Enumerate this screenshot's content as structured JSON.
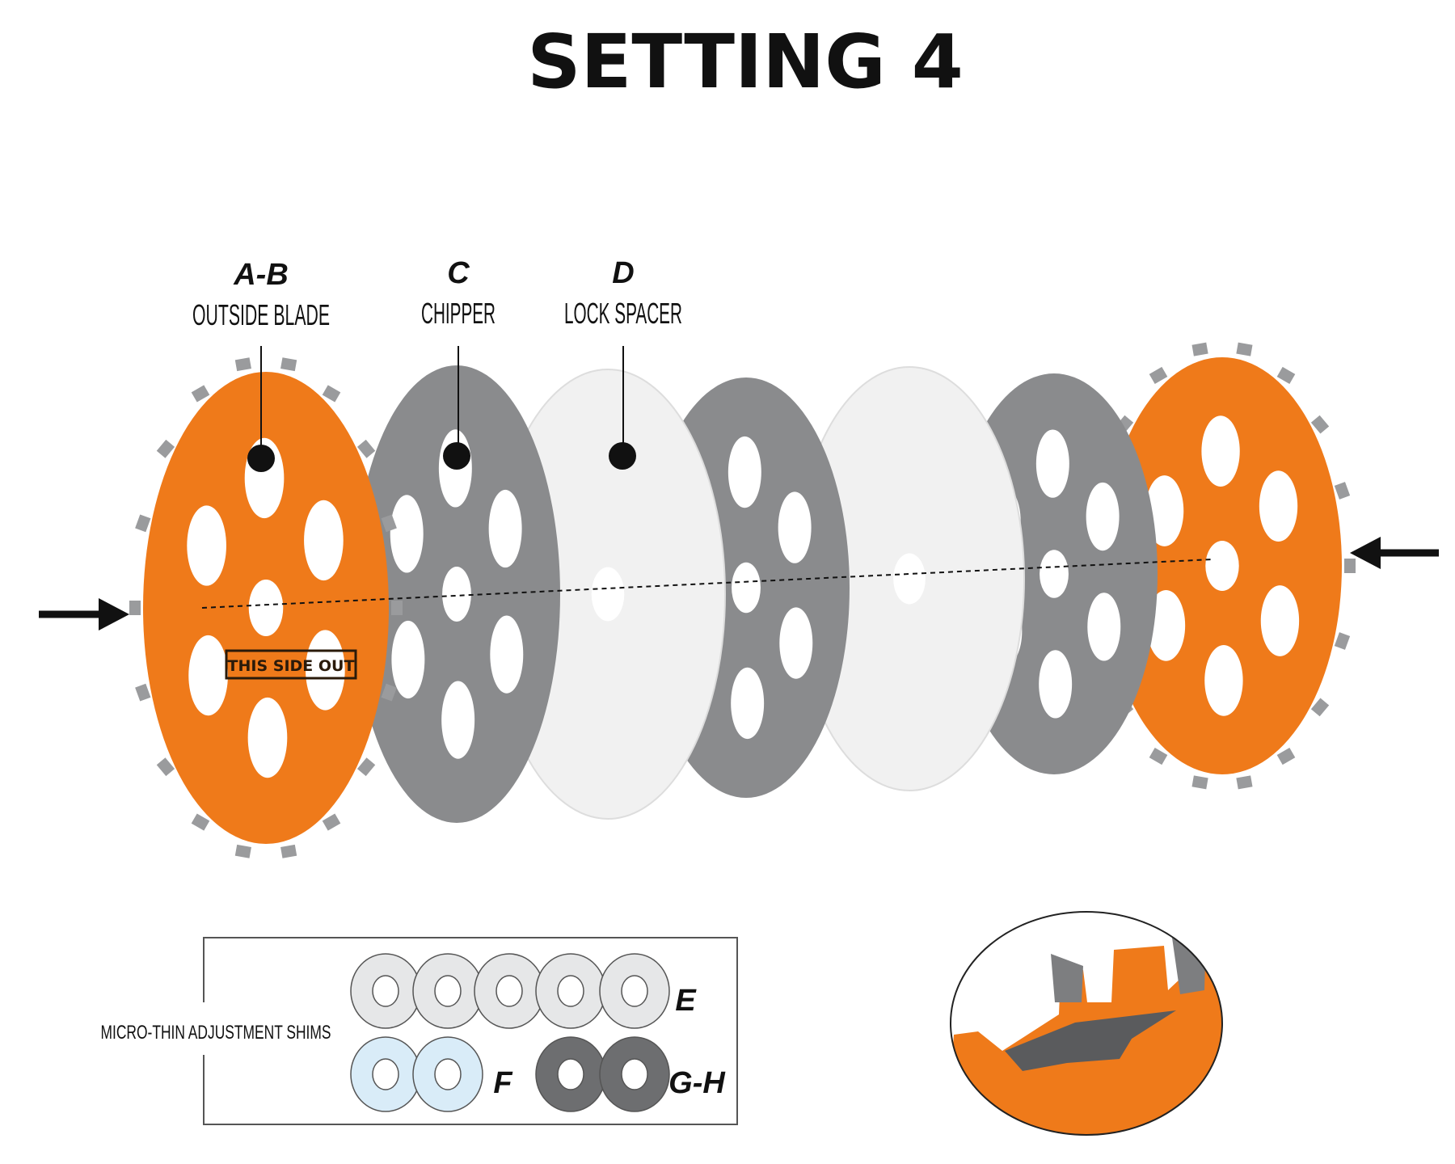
{
  "title": "SETTING 4",
  "callouts": [
    {
      "letter": "A-B",
      "label": "OUTSIDE BLADE"
    },
    {
      "letter": "C",
      "label": "CHIPPER"
    },
    {
      "letter": "D",
      "label": "LOCK SPACER"
    }
  ],
  "blade_tag": "THIS SIDE OUT",
  "shims": {
    "label": "MICRO-THIN ADJUSTMENT SHIMS",
    "groups": [
      {
        "letter": "E",
        "count": 5,
        "color": "#e6e7e8"
      },
      {
        "letter": "F",
        "count": 2,
        "color": "#d9ecf8"
      },
      {
        "letter": "G-H",
        "count": 2,
        "color": "#6d6e70"
      }
    ]
  },
  "colors": {
    "orange": "#ef7a1a",
    "chipper": "#8a8b8d",
    "spacer": "#f1f1f1"
  }
}
